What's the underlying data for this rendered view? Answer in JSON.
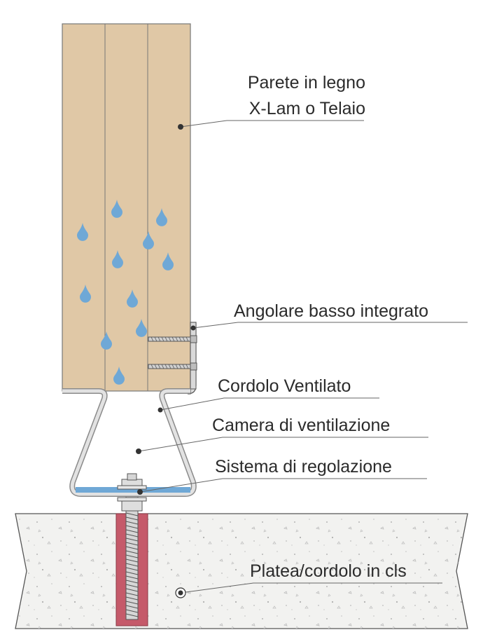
{
  "labels": {
    "wall_line1": "Parete in legno",
    "wall_line2": "X-Lam o Telaio",
    "bracket": "Angolare basso integrato",
    "curb": "Cordolo Ventilato",
    "chamber": "Camera di ventilazione",
    "adjust": "Sistema di regolazione",
    "slab": "Platea/cordolo in cls"
  },
  "colors": {
    "wood": "#e0c8a6",
    "water": "#6fa8d6",
    "anchor": "#c55a6a",
    "concrete": "#f2f2f0",
    "steel": "#d8d8d8",
    "outline": "#555555",
    "leader": "#666666"
  }
}
